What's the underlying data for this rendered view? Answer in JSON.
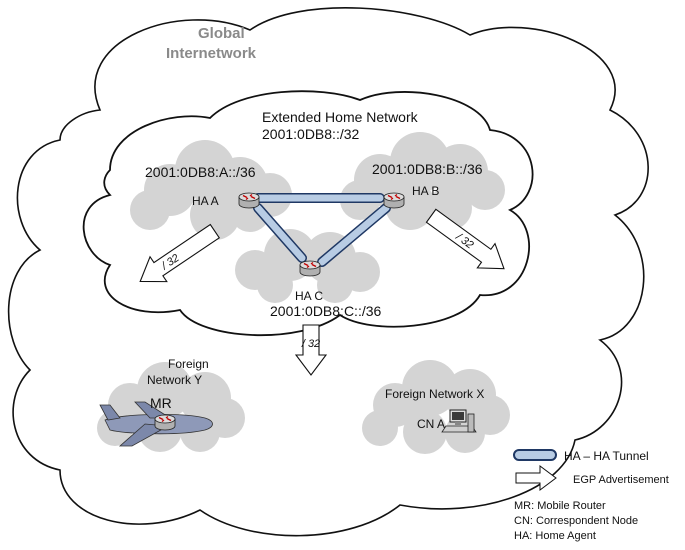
{
  "global": {
    "line1": "Global",
    "line2": "Internetwork"
  },
  "home": {
    "title": "Extended Home Network",
    "prefix": "2001:0DB8::/32"
  },
  "sites": {
    "a": {
      "prefix": "2001:0DB8:A::/36",
      "label": "HA A"
    },
    "b": {
      "prefix": "2001:0DB8:B::/36",
      "label": "HA B"
    },
    "c": {
      "prefix": "2001:0DB8:C::/36",
      "label": "HA C"
    }
  },
  "arrows": {
    "a": "/ 32",
    "b": "/ 32",
    "c": "/ 32"
  },
  "foreign_y": {
    "line1": "Foreign",
    "line2": "Network Y",
    "router": "MR"
  },
  "foreign_x": {
    "title": "Foreign Network X",
    "node": "CN A"
  },
  "legend": {
    "tunnel": "HA – HA Tunnel",
    "egp": "EGP Advertisement",
    "mr": "MR: Mobile Router",
    "cn": "CN: Correspondent Node",
    "ha": "HA: Home Agent"
  },
  "colors": {
    "tunnel_fill": "#b8cce4",
    "tunnel_stroke": "#1f3864",
    "puff": "#d4d4d4",
    "cloud_edge": "#111111"
  },
  "icons": {
    "router": "router-icon",
    "airplane": "airplane-icon",
    "computer": "computer-icon"
  }
}
